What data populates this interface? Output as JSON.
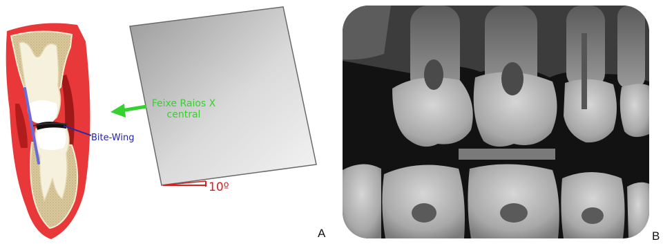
{
  "panel_a": {
    "letter": "A",
    "beam_label_line1": "Feixe Raios X",
    "beam_label_line2": "central",
    "film_label": "Bite-Wing",
    "angle_label": "10º",
    "colors": {
      "gum": "#e8383a",
      "bone": "#d8c79a",
      "tooth": "#f6f1dc",
      "beam_arrow": "#36d12e",
      "film": "#6b6bd6",
      "angle": "#d62020"
    }
  },
  "panel_b": {
    "letter": "B"
  }
}
